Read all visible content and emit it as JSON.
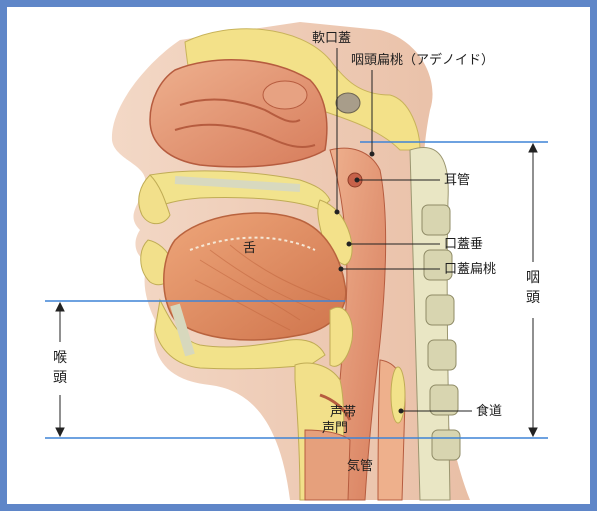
{
  "labels": {
    "soft_palate": "軟口蓋",
    "adenoid": "咽頭扁桃（アデノイド）",
    "eustachian_tube": "耳管",
    "tongue": "舌",
    "uvula": "口蓋垂",
    "palatine_tonsil": "口蓋扁桃",
    "pharynx_char1": "咽",
    "pharynx_char2": "頭",
    "larynx_char1": "喉",
    "larynx_char2": "頭",
    "vocal_cord": "声帯",
    "glottis": "声門",
    "esophagus": "食道",
    "trachea": "気管"
  },
  "colors": {
    "frame": "#5f86c8",
    "guide_line": "#3f84d6",
    "tissue": "#e29a78",
    "tissue_dark": "#c9684d",
    "bone": "#f2e28a",
    "cartilage": "#dfe0c6",
    "tongue": "#e08a5c"
  }
}
